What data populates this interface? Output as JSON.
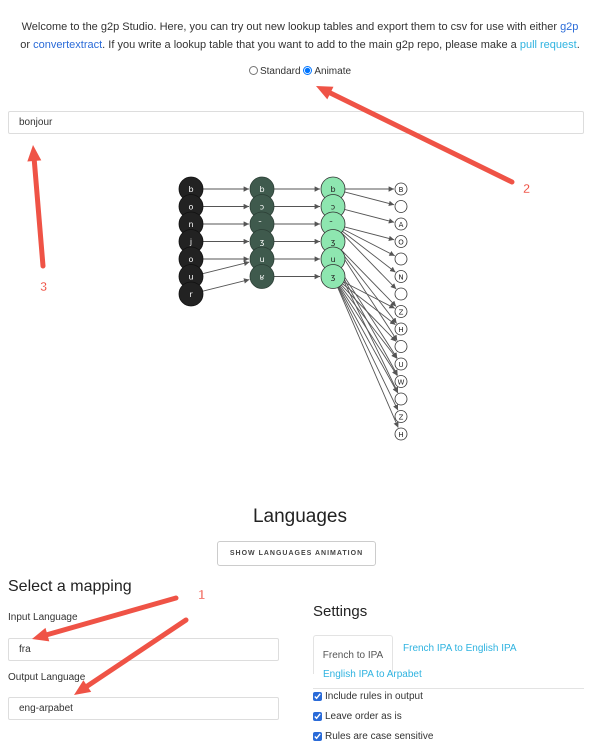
{
  "intro": {
    "text1": "Welcome to the g2p Studio. Here, you can try out new lookup tables and export them to csv for use with either ",
    "link_g2p": "g2p",
    "text2": " or ",
    "link_convertextract": "convertextract",
    "text3": ". If you write a lookup table that you want to add to the main g2p repo, please make a ",
    "link_pull_request": "pull request",
    "text4": "."
  },
  "mode": {
    "options": [
      "Standard",
      "Animate"
    ],
    "selected": "Animate"
  },
  "input_word": "bonjour",
  "graph": {
    "colors": {
      "input": "#222222",
      "middle": "#3f5a4d",
      "ipa": "#8ee6b0",
      "output": "#ffffff"
    },
    "input_nodes": [
      "b",
      "o",
      "n",
      "j",
      "o",
      "u",
      "r"
    ],
    "middle_nodes": [
      "b",
      "ɔ",
      "̃",
      "ʒ",
      "u",
      "ʁ"
    ],
    "ipa_nodes": [
      "b",
      "ɔ",
      "̃",
      "ʒ",
      "u",
      "ʒ"
    ],
    "output_nodes": [
      "B",
      "",
      "A",
      "O",
      "",
      "N",
      "",
      "Z",
      "H",
      "",
      "U",
      "W",
      "",
      "Z",
      "H"
    ],
    "edges_input_middle": [
      [
        0,
        0
      ],
      [
        1,
        1
      ],
      [
        2,
        2
      ],
      [
        3,
        3
      ],
      [
        4,
        4
      ],
      [
        5,
        4
      ],
      [
        6,
        5
      ]
    ],
    "edges_middle_ipa": [
      [
        0,
        0
      ],
      [
        1,
        1
      ],
      [
        2,
        2
      ],
      [
        3,
        3
      ],
      [
        4,
        4
      ],
      [
        5,
        5
      ]
    ],
    "edges_ipa_output": [
      [
        0,
        0
      ],
      [
        0,
        1
      ],
      [
        1,
        2
      ],
      [
        2,
        3
      ],
      [
        2,
        4
      ],
      [
        2,
        5
      ],
      [
        2,
        6
      ],
      [
        3,
        7
      ],
      [
        3,
        8
      ],
      [
        3,
        9
      ],
      [
        4,
        10
      ],
      [
        4,
        11
      ],
      [
        4,
        12
      ],
      [
        5,
        7
      ],
      [
        5,
        8
      ],
      [
        5,
        9
      ],
      [
        5,
        10
      ],
      [
        5,
        11
      ],
      [
        5,
        12
      ],
      [
        5,
        13
      ],
      [
        5,
        14
      ]
    ]
  },
  "languages": {
    "title": "Languages",
    "button": "SHOW LANGUAGES ANIMATION"
  },
  "mapping": {
    "title": "Select a mapping",
    "input_label": "Input Language",
    "input_value": "fra",
    "output_label": "Output Language",
    "output_value": "eng-arpabet"
  },
  "settings": {
    "title": "Settings",
    "tabs": [
      {
        "label": "French to IPA",
        "active": true
      },
      {
        "label": "French IPA to English IPA",
        "active": false
      },
      {
        "label": "English IPA to Arpabet",
        "active": false
      }
    ],
    "checkboxes": [
      {
        "label": "Include rules in output",
        "checked": true
      },
      {
        "label": "Leave order as is",
        "checked": true
      },
      {
        "label": "Rules are case sensitive",
        "checked": true
      }
    ]
  },
  "annotations": {
    "color": "#ef5346",
    "labels": [
      "1",
      "2",
      "3"
    ]
  }
}
